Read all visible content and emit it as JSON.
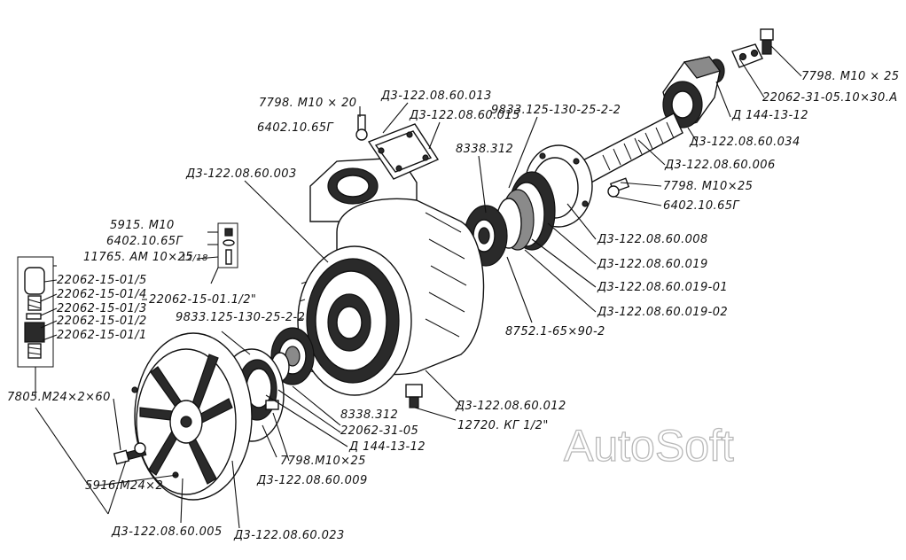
{
  "labels": {
    "l01": "7798. M10 × 25",
    "l02": "22062-31-05.10×30.A",
    "l03": "Д 144-13-12",
    "l04": "Д3-122.08.60.034",
    "l05": "Д3-122.08.60.006",
    "l06": "7798. M10×25",
    "l07": "6402.10.65Г",
    "l08": "Д3-122.08.60.008",
    "l09": "Д3-122.08.60.019",
    "l10": "Д3-122.08.60.019-01",
    "l11": "Д3-122.08.60.019-02",
    "l12": "8752.1-65×90-2",
    "l13": "Д3-122.08.60.012",
    "l14": "12720. КГ 1/2\"",
    "l15": "9833.125-130-25-2-2",
    "l16": "8338.312",
    "l17": "Д3-122.08.60.013",
    "l18": "Д3-122.08.60.015",
    "l19": "7798. M10 × 20",
    "l20": "6402.10.65Г",
    "l21": "Д3-122.08.60.003",
    "l22": "5915. M10",
    "l23": "6402.10.65Г",
    "l24": "11765. AM 10×25",
    "l24f": "12/18",
    "l25": "22062-15-01/5",
    "l26": "22062-15-01/4",
    "l27": "22062-15-01/3",
    "l28": "22062-15-01/2",
    "l29": "22062-15-01/1",
    "l30": "22062-15-01.1/2\"",
    "l31": "9833.125-130-25-2-2",
    "l32": "7805.M24×2×60",
    "l33": "8338.312",
    "l34": "22062-31-05",
    "l35": "Д 144-13-12",
    "l36": "7798.M10×25",
    "l37": "Д3-122.08.60.009",
    "l38": "5916.M24×2",
    "l39": "Д3-122.08.60.005",
    "l40": "Д3-122.08.60.023"
  },
  "watermark": "AutoSoft"
}
